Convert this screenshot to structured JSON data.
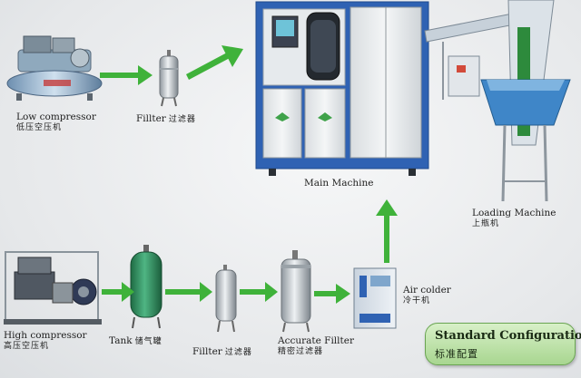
{
  "labels": {
    "low_compressor": {
      "en": "Low compressor",
      "cn": "低压空压机"
    },
    "filter_top": {
      "en": "Fillter",
      "cn": "过滤器"
    },
    "main_machine": {
      "en": "Main Machine"
    },
    "loading_machine": {
      "en": "Loading Machine",
      "cn": "上瓶机"
    },
    "high_compressor": {
      "en": "High compressor",
      "cn": "高压空压机"
    },
    "tank": {
      "en": "Tank",
      "cn": "储气罐"
    },
    "filter_bottom": {
      "en": "Fillter",
      "cn": "过滤器"
    },
    "accurate_filter": {
      "en": "Accurate Fillter",
      "cn": "精密过滤器"
    },
    "air_colder": {
      "en": "Air colder",
      "cn": "冷干机"
    }
  },
  "badge": {
    "en": "Standard Configuration",
    "cn": "标准配置"
  },
  "colors": {
    "arrow": "#3fb23a",
    "machine_blue": "#2f62b3",
    "tank_green": "#2d8a5a",
    "badge_green": "#a8d690"
  }
}
